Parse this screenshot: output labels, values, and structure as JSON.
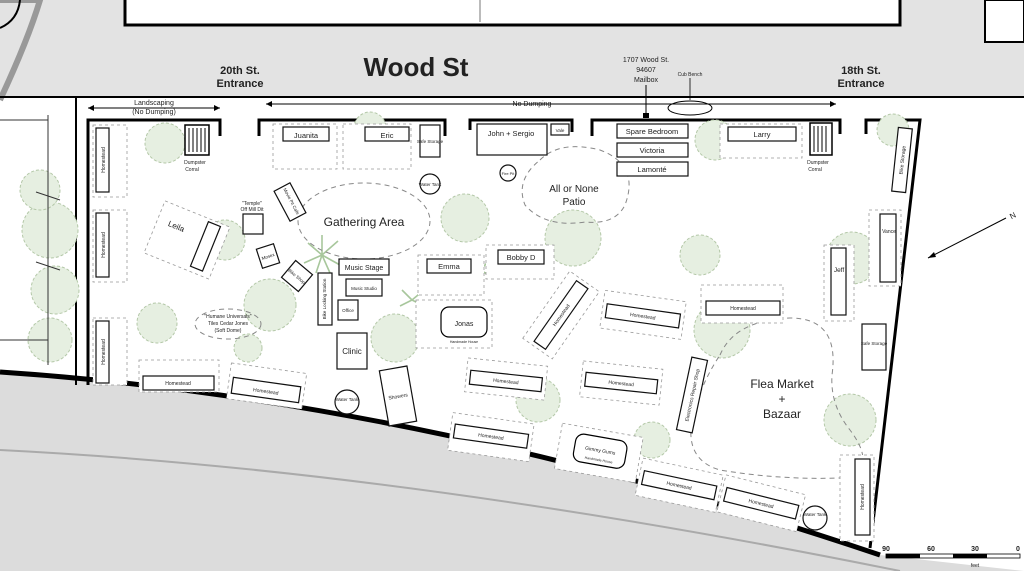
{
  "streets": {
    "main": "Wood St",
    "entrance_left": [
      "20th St.",
      "Entrance"
    ],
    "entrance_right": [
      "18th St.",
      "Entrance"
    ]
  },
  "top": {
    "address": [
      "1707 Wood St.",
      "94607",
      "Mailbox"
    ],
    "cub_bench": "Cub Bench",
    "landscaping": [
      "Landscaping",
      "(No Dumping)"
    ],
    "no_dumping": "No Dumping"
  },
  "labels": {
    "dumpster_left": [
      "Dumpster",
      "Corral"
    ],
    "dumpster_right": [
      "Dumpster",
      "Corral"
    ],
    "gathering": "Gathering Area",
    "patio": [
      "All or None",
      "Patio"
    ],
    "flea": [
      "Flea Market",
      "+",
      "Bazaar"
    ],
    "temple": [
      "\"Temple\"",
      "Off Mill Dit"
    ],
    "humane": [
      "\"Humane Universals\"",
      "Tiles Cedar Jones",
      "(Soft Dome)"
    ]
  },
  "units": {
    "juanita": "Juanita",
    "eric": "Eric",
    "safe_storage_top": "Safe Storage",
    "water_tank_top": "Water Tank",
    "john_sergio": "John + Sergio",
    "vale": "Vale",
    "fire_pit": "Fire Pit",
    "spare_bedroom": "Spare Bedroom",
    "victoria": "Victoria",
    "lamonte": "Lamonté",
    "larry": "Larry",
    "bike_storage_right": "Bike Storage",
    "leila": "Leila",
    "movie": "Movie Pit Cafe",
    "mosex": "Mosex",
    "bike_shop": "Bike Shop",
    "music_stage": "Music Stage",
    "music_studio": "Music Studio",
    "bike_locking": "Bike Locking Station",
    "office": "Office",
    "clinic": "Clinic",
    "water_tank_bottom": "Water Tank",
    "showers": "Showers",
    "emma": "Emma",
    "bobby": "Bobby D",
    "jonas": "Jonas",
    "jonas_sub": "Handmade House",
    "electronics": "Electronics Repair Shop",
    "jeff": "Jeff",
    "vance": "Vance",
    "safe_storage_right": "Safe Storage",
    "water_tank_right": "Water Tank",
    "gimmy": "Gimmy Gums",
    "gimmy_sub": "Handmade House"
  },
  "homestead": "Homestead",
  "north": "N",
  "scale": {
    "ticks": [
      "90",
      "60",
      "30",
      "0"
    ],
    "unit": "feet"
  }
}
